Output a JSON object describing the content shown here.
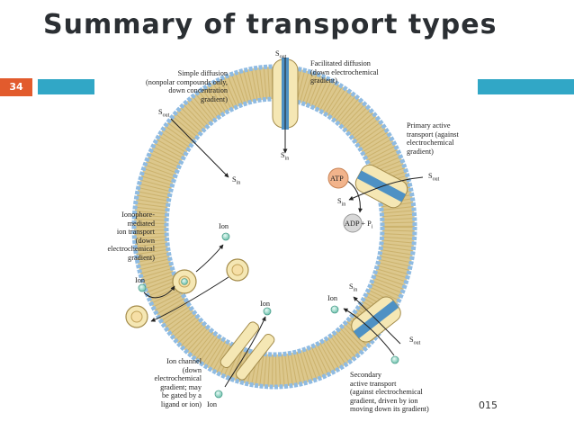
{
  "slide": {
    "title": "Summary of transport types",
    "number": "34",
    "footer": "015"
  },
  "diagram": {
    "simple_diffusion": [
      "Simple diffusion",
      "(nonpolar compounds only,",
      "down concentration",
      "gradient)"
    ],
    "facilitated_diffusion": [
      "Facilitated diffusion",
      "(down electrochemical",
      "gradient)"
    ],
    "primary_active": [
      "Primary active",
      "transport (against",
      "electrochemical",
      "gradient)"
    ],
    "ionophore": [
      "Ionophore-",
      "mediated",
      "ion transport",
      "(down",
      "electrochemical",
      "gradient)"
    ],
    "ion_channel": [
      "Ion channel",
      "(down",
      "electrochemical",
      "gradient; may",
      "be gated by a",
      "ligand or ion)"
    ],
    "secondary_active": [
      "Secondary",
      "active transport",
      "(against electrochemical",
      "gradient, driven by ion",
      "moving down its gradient)"
    ],
    "atp": "ATP",
    "adp": "ADP + P",
    "adp_sub": "i",
    "s_out": "S",
    "s_in": "S",
    "sub_out": "out",
    "sub_in": "in",
    "ion": "Ion"
  }
}
